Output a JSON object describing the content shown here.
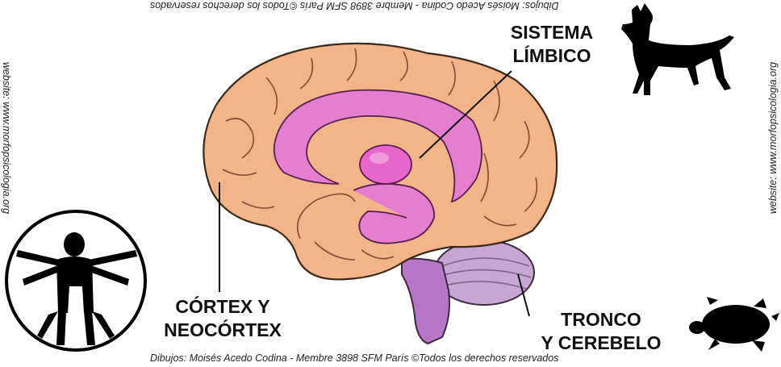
{
  "credits": {
    "top": "Dibujos: Moisés Acedo Codina - Membre 3898 SFM París ©Todos los derechos reservados",
    "bottom": "Dibujos: Moisés Acedo Codina - Membre 3898 SFM París ©Todos los derechos reservados"
  },
  "website": {
    "left": "website: www.morfopsicologia.org",
    "right": "website: www.morfopsicologia.org"
  },
  "labels": {
    "limbic_line1": "SISTEMA",
    "limbic_line2": "LÍMBICO",
    "cortex_line1": "CÓRTEX Y",
    "cortex_line2": "NEOCÓRTEX",
    "tronco_line1": "TRONCO",
    "tronco_line2": "Y CEREBELO"
  },
  "colors": {
    "cortex": "#f3b48a",
    "cortex_shade": "#e08f66",
    "limbic": "#e47fd0",
    "limbic_light": "#f0a8e2",
    "stem": "#b677c8",
    "cerebellum": "#c7a7d2",
    "silhouette": "#000000"
  },
  "icons": {
    "human": "vitruvian-man-icon",
    "dog": "dog-silhouette-icon",
    "turtle": "turtle-silhouette-icon"
  }
}
